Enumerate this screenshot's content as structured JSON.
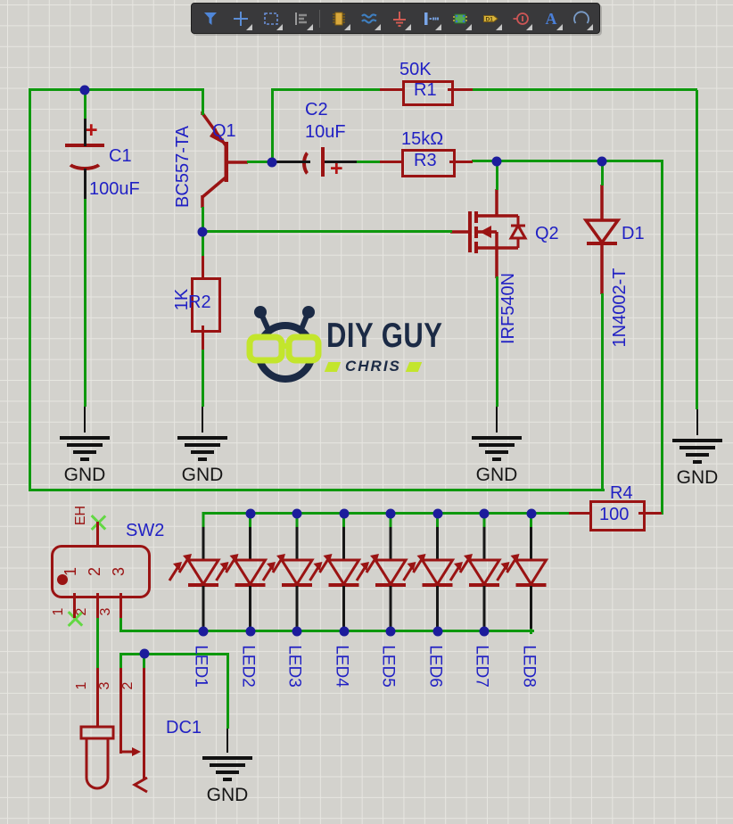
{
  "toolbar": {
    "tag_icon_text": "D1",
    "text_icon_label": "A"
  },
  "schematic": {
    "components": {
      "C1": {
        "ref": "C1",
        "value": "100uF"
      },
      "C2": {
        "ref": "C2",
        "value": "10uF"
      },
      "R1": {
        "ref": "R1",
        "value": "50K"
      },
      "R2": {
        "ref": "R2",
        "value": "1K"
      },
      "R3": {
        "ref": "R3",
        "value": "15kΩ"
      },
      "R4": {
        "ref": "R4",
        "value": "100"
      },
      "Q1": {
        "ref": "Q1",
        "value": "BC557-TA"
      },
      "Q2": {
        "ref": "Q2",
        "value": "IRF540N"
      },
      "D1": {
        "ref": "D1",
        "value": "1N4002-T"
      },
      "SW2": {
        "ref": "SW2",
        "terminal_label": "EH",
        "inside_pins": [
          "1",
          "2",
          "3"
        ],
        "bottom_pins": [
          "1",
          "2",
          "3"
        ]
      },
      "DC1": {
        "ref": "DC1",
        "pins": [
          "1",
          "3",
          "2"
        ]
      },
      "LEDS": {
        "refs": [
          "LED1",
          "LED2",
          "LED3",
          "LED4",
          "LED5",
          "LED6",
          "LED7",
          "LED8"
        ]
      }
    },
    "grounds": [
      "GND",
      "GND",
      "GND",
      "GND",
      "GND"
    ]
  },
  "logo": {
    "title": "DIY GUY",
    "subtitle": "CHRIS"
  },
  "colors": {
    "wire": "#0e980e",
    "component": "#9a1313",
    "label": "#2121c4",
    "junction": "#1c1c9c",
    "unconnected_marker": "#63d844",
    "logo_navy": "#1b2a45",
    "logo_lime": "#c3e52c"
  }
}
